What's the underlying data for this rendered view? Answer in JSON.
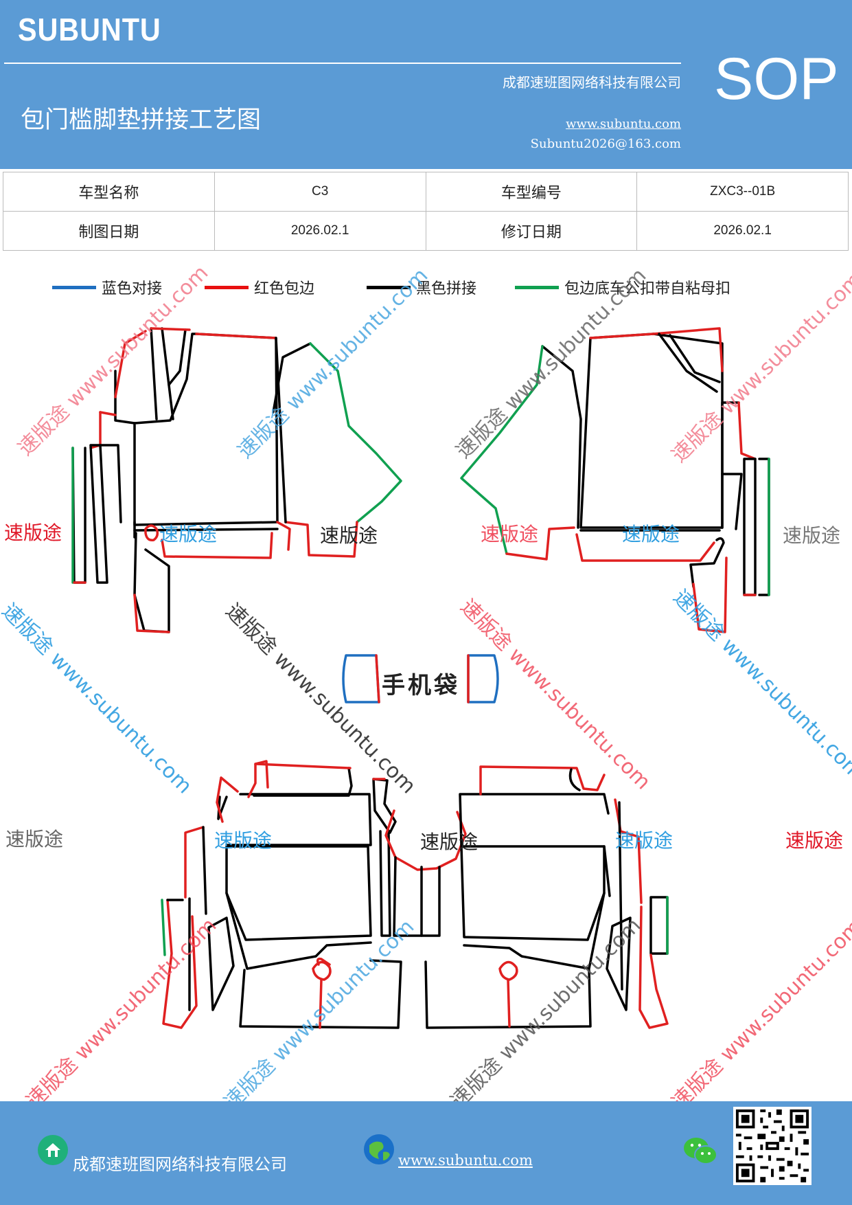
{
  "header": {
    "brand": "SUBUNTU",
    "company": "成都速班图网络科技有限公司",
    "title": "包门槛脚垫拼接工艺图",
    "url": "www.subuntu.com",
    "email": "Subuntu2026@163.com",
    "sop": "SOP"
  },
  "info": {
    "model_name_label": "车型名称",
    "model_name": "C3",
    "model_code_label": "车型编号",
    "model_code": "ZXC3--01B",
    "draw_date_label": "制图日期",
    "draw_date": "2026.02.1",
    "revise_date_label": "修订日期",
    "revise_date": "2026.02.1"
  },
  "legend": {
    "blue": "蓝色对接",
    "red": "红色包边",
    "black": "黑色拼接",
    "green": "包边底车公扣带自粘母扣",
    "colors": {
      "blue": "#1f6fc0",
      "red": "#e81010",
      "black": "#000000",
      "green": "#10a050"
    }
  },
  "diagram": {
    "pouch_label": "手机袋"
  },
  "watermark": {
    "brand": "速版途",
    "url": "www.subuntu.com"
  },
  "footer": {
    "company": "成都速班图网络科技有限公司",
    "url": "www.subuntu.com",
    "icons": [
      "home-icon",
      "globe-icon",
      "wechat-icon",
      "qr-code"
    ]
  }
}
